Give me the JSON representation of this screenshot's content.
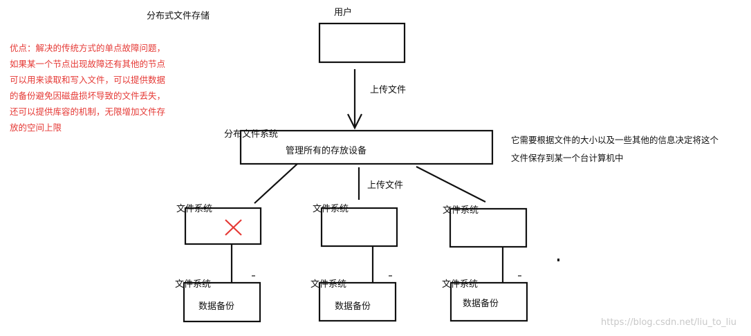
{
  "title": "分布式文件存储",
  "advantages": "优点：解决的传统方式的单点故障问题，\n如果某一个节点出现故障还有其他的节点\n可以用来读取和写入文件，可以提供数据\n的备份避免因磁盘损坏导致的文件丢失，\n还可以提供库容的机制，无限增加文件存\n放的空间上限",
  "user_label": "用户",
  "upload_label_top": "上传文件",
  "dfs_label": "分布文件系统",
  "dfs_box_text": "管理所有的存放设备",
  "note": "它需要根据文件的大小以及一些其他的信息决定将这个\n文件保存到某一个台计算机中",
  "upload_label_mid": "上传文件",
  "nodes": [
    {
      "fs_label": "文件系统",
      "failed": true,
      "backup_label": "文件系统",
      "backup_text": "数据备份"
    },
    {
      "fs_label": "文件系统",
      "failed": false,
      "backup_label": "文件系统",
      "backup_text": "数据备份"
    },
    {
      "fs_label": "文件系统",
      "failed": false,
      "backup_label": "文件系统",
      "backup_text": "数据备份"
    }
  ],
  "watermark": "https://blog.csdn.net/liu_to_liu",
  "colors": {
    "advantages_text": "#e53935",
    "failure_mark": "#e53935",
    "watermark": "#c8c8c8"
  },
  "icons": {
    "failure": "x-mark-icon"
  }
}
